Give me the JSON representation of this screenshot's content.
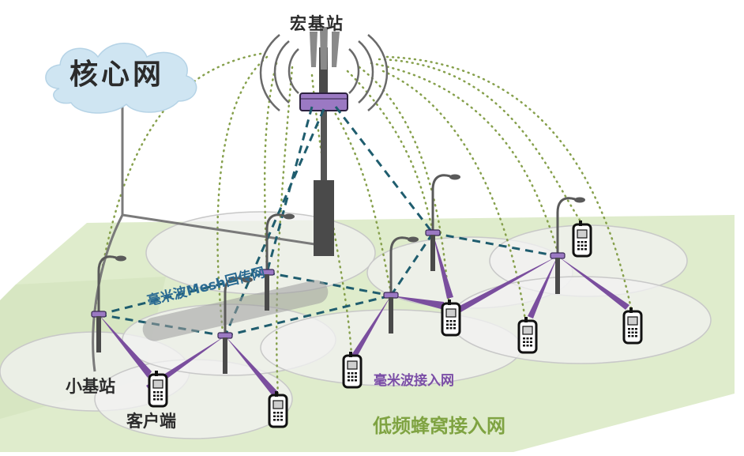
{
  "labels": {
    "core_network": "核心网",
    "macro_bs": "宏基站",
    "small_bs": "小基站",
    "client": "客户端",
    "mmw_access": "毫米波接入网",
    "mesh_backhaul": "毫米波Mesh回传网",
    "lowfreq_access": "低频蜂窝接入网"
  },
  "colors": {
    "ground": "#dfeccc",
    "cell_fill": "#f1f1f1",
    "cell_stroke": "#c9c9c9",
    "dotted": "#86a04c",
    "mesh_line": "#1f5d6e",
    "access_beam": "#7a4e9e",
    "pole": "#5a5a5a",
    "cloud": "#cfe5f2"
  },
  "icons": {
    "cloud": "cloud-icon",
    "macro_tower": "macro-tower-icon",
    "small_cell": "small-cell-pole-icon",
    "phone": "phone-icon"
  }
}
